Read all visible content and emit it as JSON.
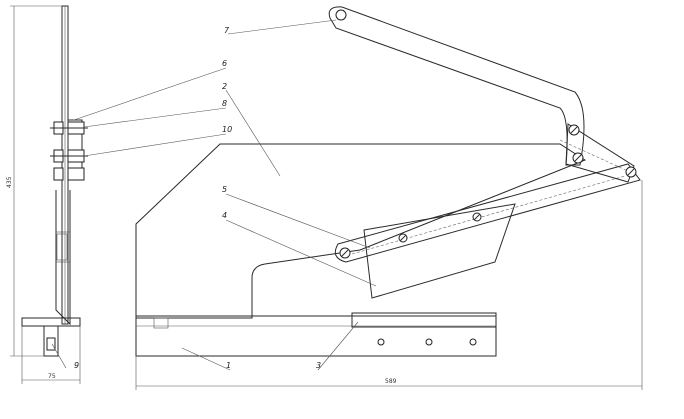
{
  "labels": {
    "l1": "1",
    "l2": "2",
    "l3": "3",
    "l4": "4",
    "l5": "5",
    "l6": "6",
    "l7": "7",
    "l8": "8",
    "l9": "9",
    "l10": "10"
  },
  "dimensions": {
    "width_main": "589",
    "width_side": "75",
    "height_side": "435"
  }
}
